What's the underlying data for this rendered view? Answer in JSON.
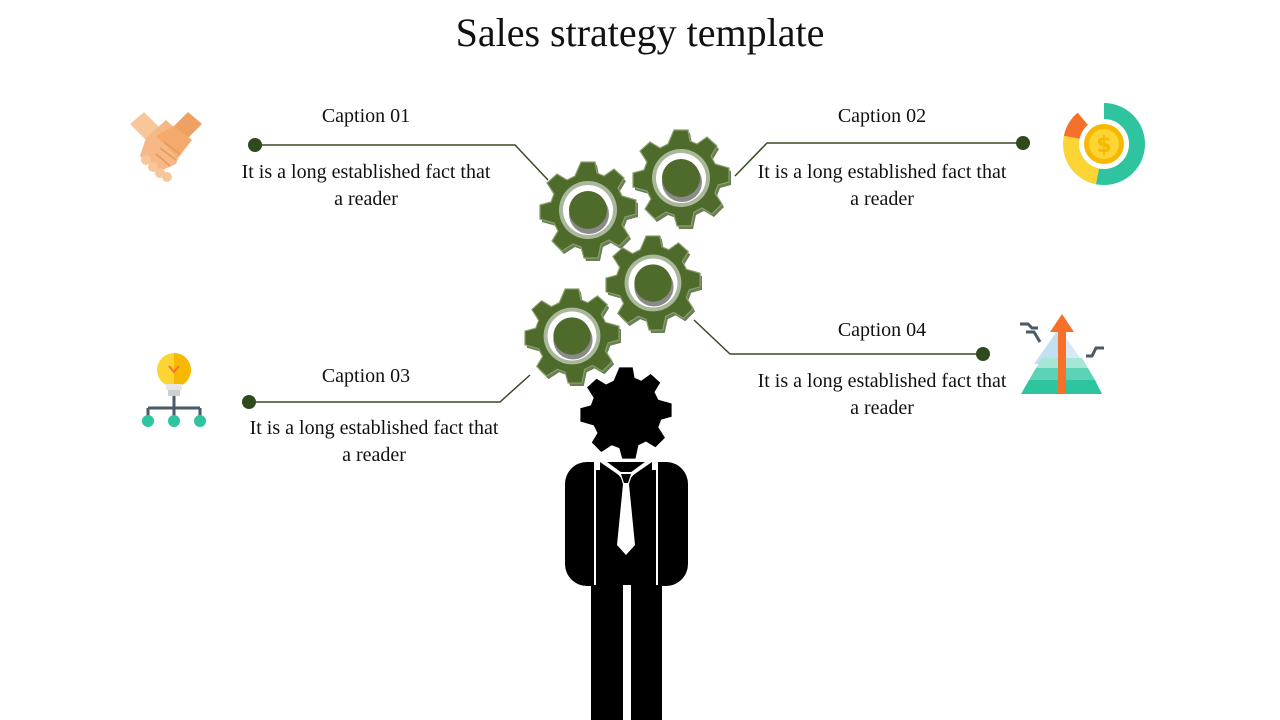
{
  "slide": {
    "title": "Sales strategy template"
  },
  "items": [
    {
      "caption": "Caption 01",
      "text": "It is a long established fact that a reader",
      "icon": "handshake-icon"
    },
    {
      "caption": "Caption 02",
      "text": "It is a long established fact that a reader",
      "icon": "dollar-donut-icon"
    },
    {
      "caption": "Caption 03",
      "text": "It is a long established fact that a reader",
      "icon": "lightbulb-network-icon"
    },
    {
      "caption": "Caption 04",
      "text": "It is a long established fact that a reader",
      "icon": "pyramid-growth-icon"
    }
  ],
  "colors": {
    "gear_green": "#4e6b2c",
    "connector": "#3a4a24",
    "silhouette": "#000000"
  }
}
